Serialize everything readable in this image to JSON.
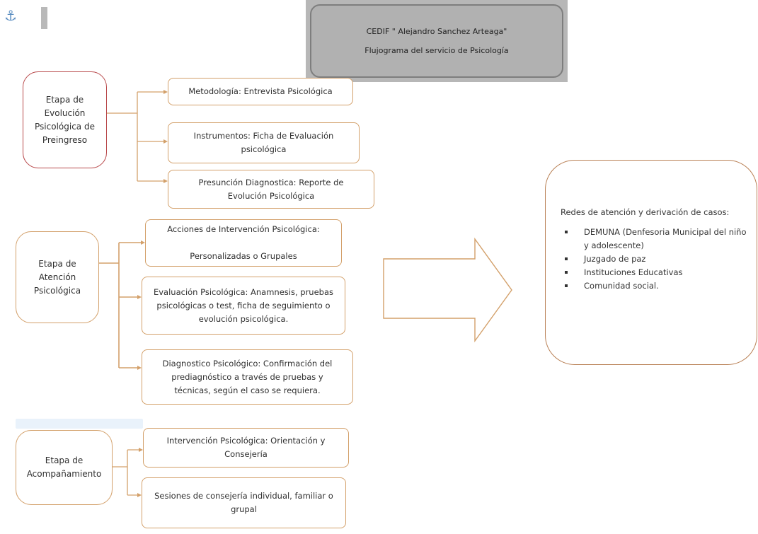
{
  "header": {
    "line1": "CEDIF \" Alejandro Sanchez Arteaga\"",
    "line2": "Flujograma del servicio de Psicología"
  },
  "stages": [
    {
      "label": "Etapa de\nEvolución\nPsicológica de\nPreingreso",
      "steps": [
        "Metodología: Entrevista Psicológica",
        "Instrumentos: Ficha de Evaluación\npsicológica",
        "Presunción Diagnostica: Reporte de\nEvolución Psicológica"
      ]
    },
    {
      "label": "Etapa de\nAtención\nPsicológica",
      "steps": [
        "Acciones de Intervención Psicológica:\n\nPersonalizadas o Grupales",
        "Evaluación Psicológica: Anamnesis, pruebas\npsicológicas o test, ficha de seguimiento o\nevolución psicológica.",
        "Diagnostico Psicológico: Confirmación del\nprediagnóstico a través de pruebas y\ntécnicas, según el caso se requiera."
      ]
    },
    {
      "label": "Etapa de\nAcompañamiento",
      "steps": [
        "Intervención Psicológica: Orientación y\nConsejería",
        "Sesiones de consejería individual, familiar o\ngrupal"
      ]
    }
  ],
  "networks": {
    "title": "Redes de atención y derivación de casos:",
    "items": [
      "DEMUNA (Denfesoria Municipal del niño y adolescente)",
      "Juzgado de paz",
      "Instituciones Educativas",
      "Comunidad social."
    ]
  },
  "colors": {
    "box_border": "#d3a06a",
    "first_stage_border": "#b8484a",
    "header_fill": "#b7b7b7"
  }
}
